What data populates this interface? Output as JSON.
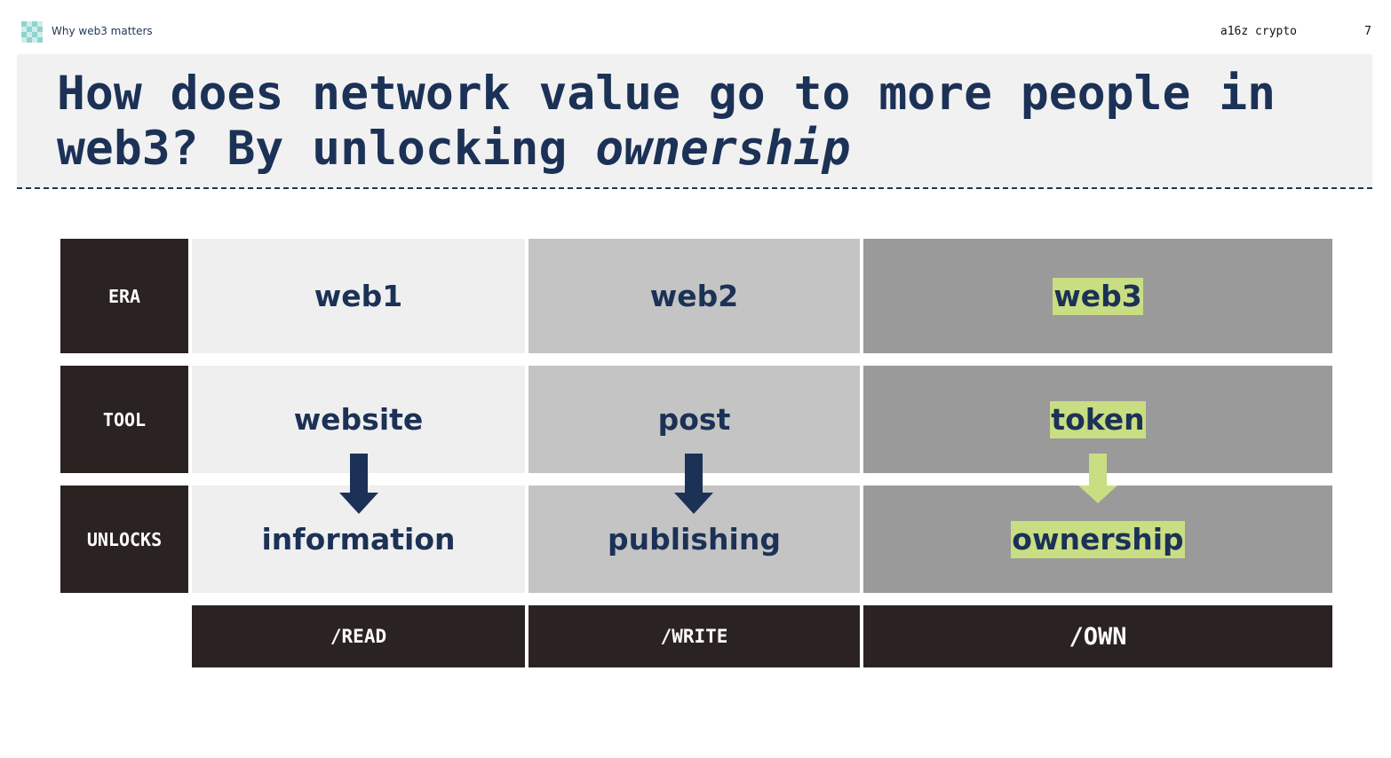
{
  "header": {
    "section_label": "Why web3 matters",
    "brand": "a16z crypto",
    "page_number": "7",
    "logo_icon": "checkered-grid-icon"
  },
  "title": {
    "line1": "How does network value go to more people in",
    "line2_prefix": "web3? By unlocking ",
    "line2_emphasis": "ownership"
  },
  "table": {
    "row_labels": [
      "ERA",
      "TOOL",
      "UNLOCKS"
    ],
    "columns": [
      {
        "era": "web1",
        "tool": "website",
        "unlocks": "information",
        "footer": "/READ"
      },
      {
        "era": "web2",
        "tool": "post",
        "unlocks": "publishing",
        "footer": "/WRITE"
      },
      {
        "era": "web3",
        "tool": "token",
        "unlocks": "ownership",
        "footer": "/OWN"
      }
    ]
  },
  "colors": {
    "navy": "#1c3156",
    "dark_cell": "#2b2322",
    "web1_bg": "#efefef",
    "web2_bg": "#c4c4c4",
    "web3_bg": "#9a9a9a",
    "highlight": "#c9dd83"
  }
}
